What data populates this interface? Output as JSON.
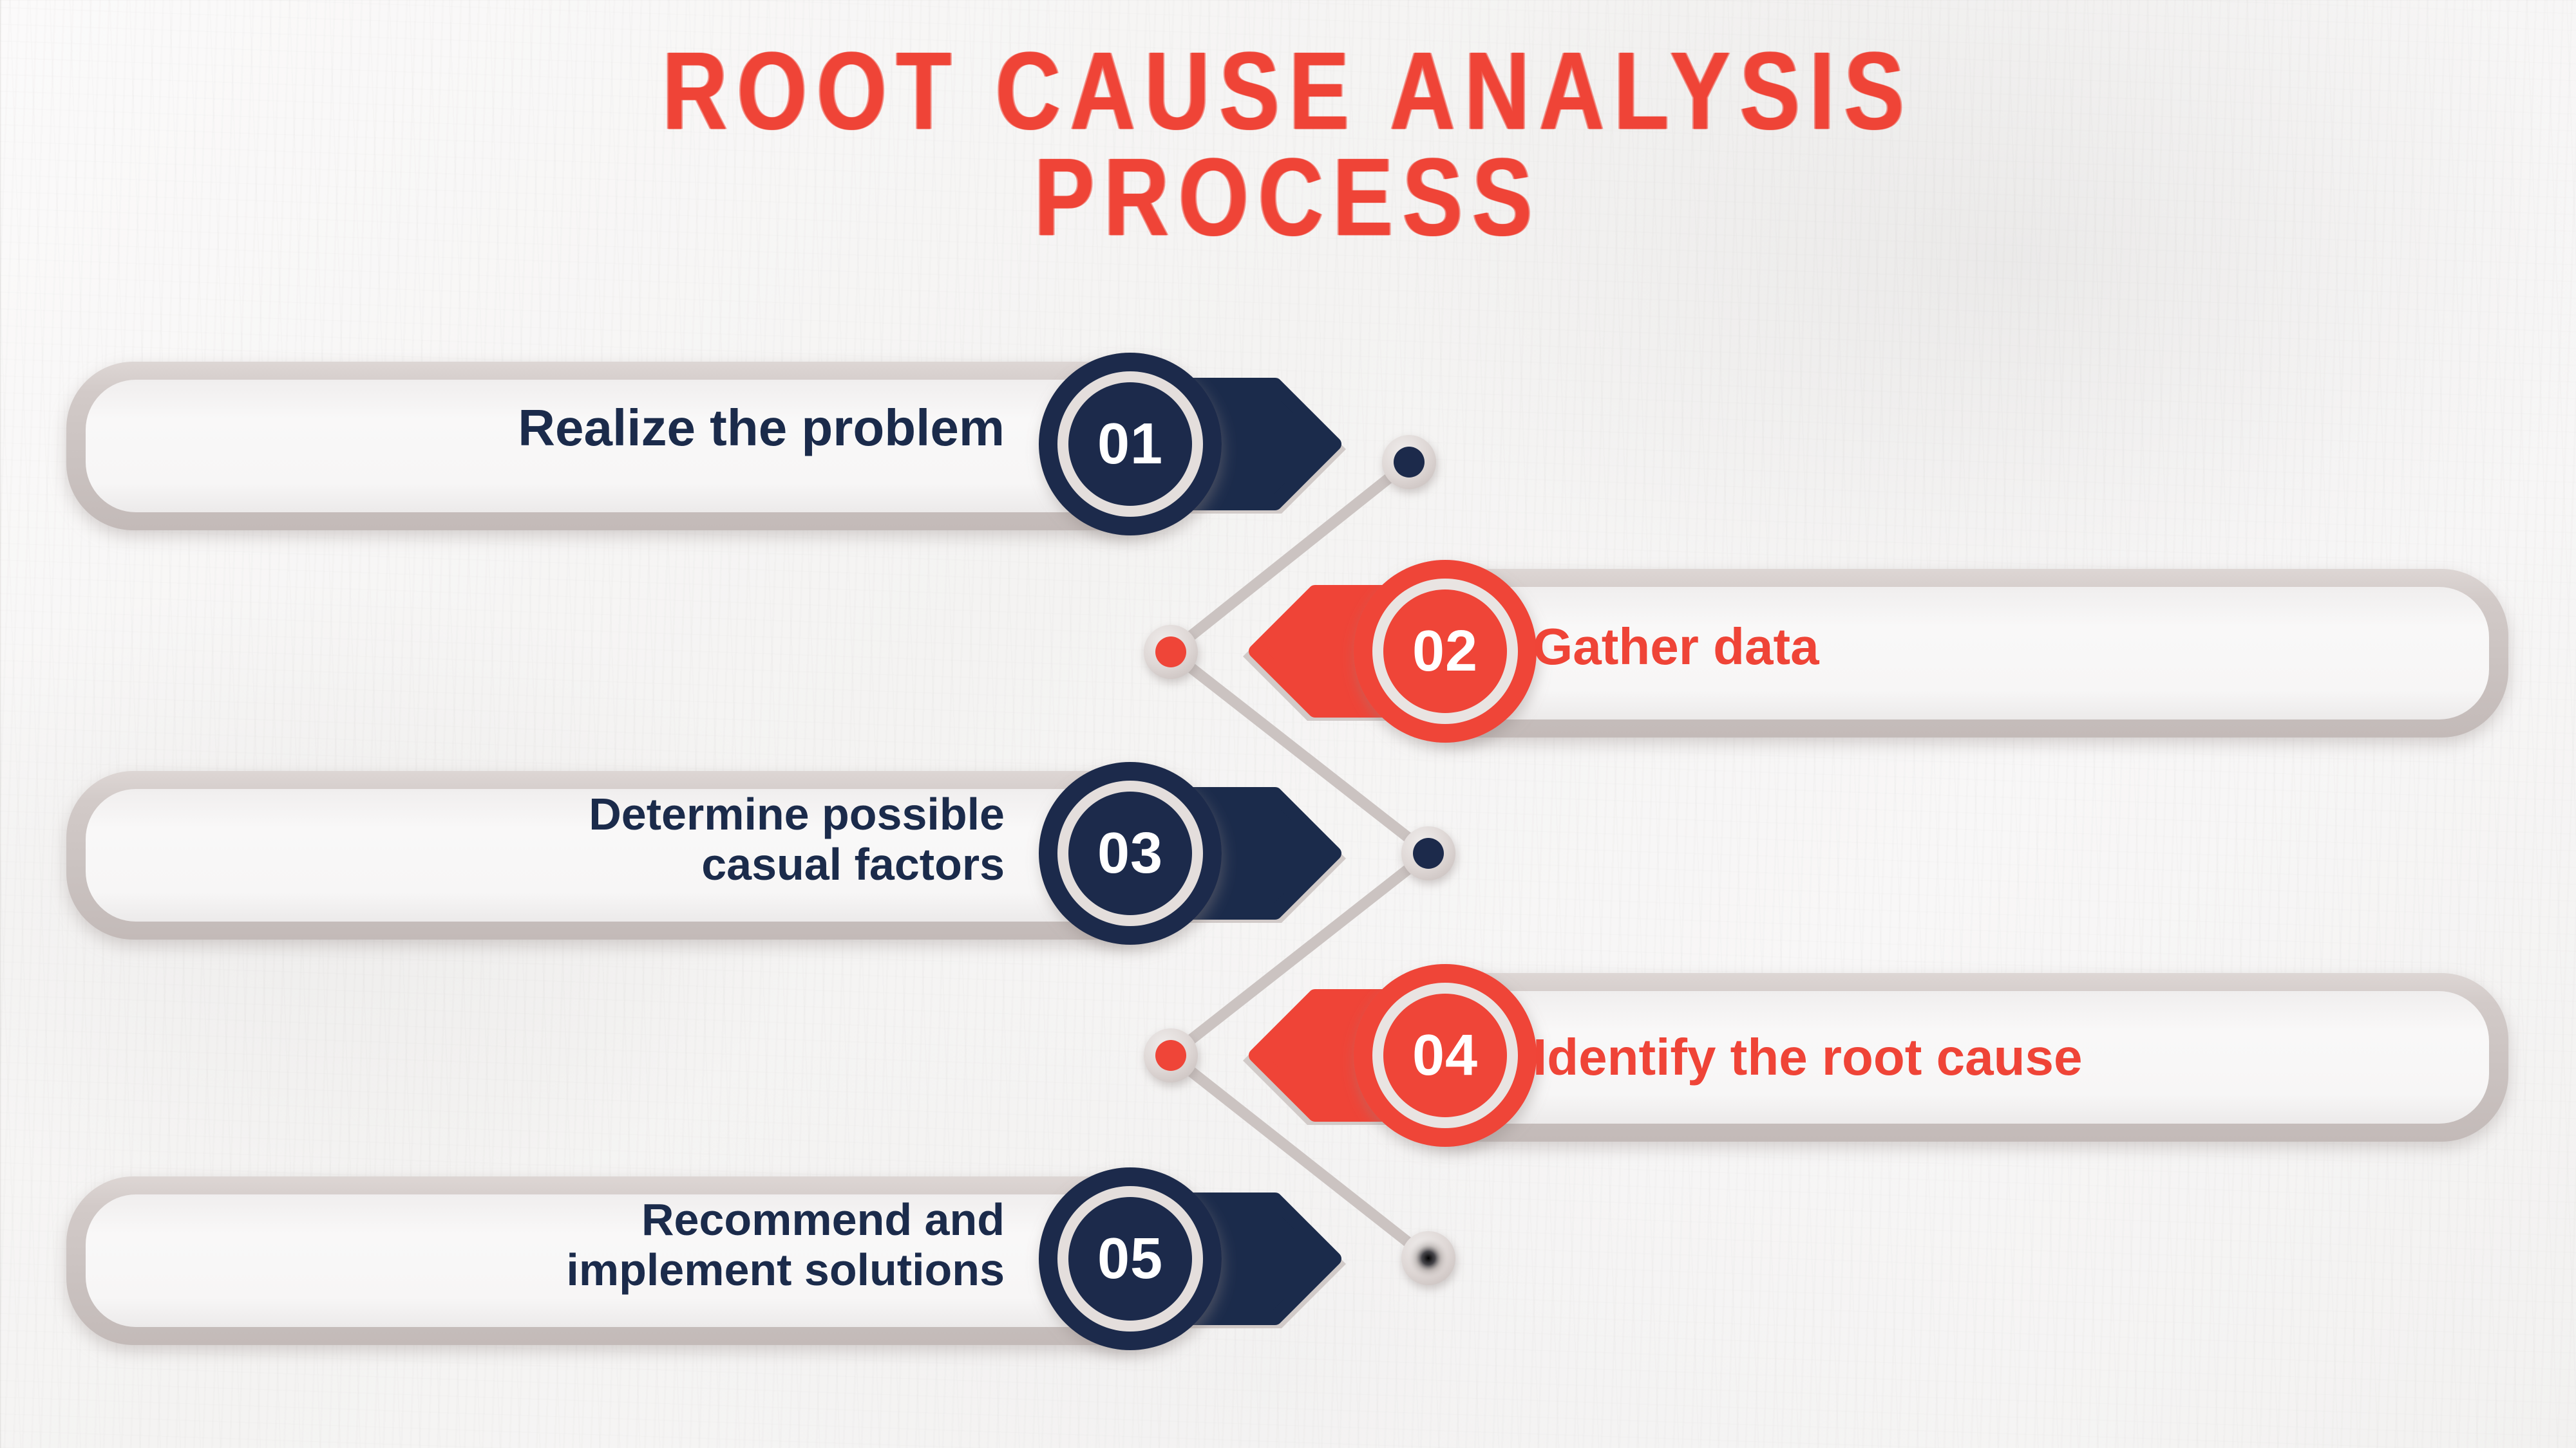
{
  "title": {
    "line1": "ROOT CAUSE ANALYSIS",
    "line2": "PROCESS"
  },
  "theme": {
    "red": "#ef4437",
    "navy": "#1b2b4b",
    "card_frame": "#cdc5c3",
    "card_face": "#f6f5f5",
    "connector": "#c9c1bf",
    "background": "#f7f6f5"
  },
  "steps": [
    {
      "number": "01",
      "label": "Realize the problem",
      "side": "left",
      "color": "navy",
      "lines": 1
    },
    {
      "number": "02",
      "label": "Gather data",
      "side": "right",
      "color": "red",
      "lines": 1
    },
    {
      "number": "03",
      "label": "Determine possible\ncasual factors",
      "side": "left",
      "color": "navy",
      "lines": 2
    },
    {
      "number": "04",
      "label": "Identify the root cause",
      "side": "right",
      "color": "red",
      "lines": 1
    },
    {
      "number": "05",
      "label": "Recommend and\nimplement solutions",
      "side": "left",
      "color": "navy",
      "lines": 2
    }
  ],
  "connectors": [
    {
      "name": "node-01",
      "color": "navy"
    },
    {
      "name": "node-02",
      "color": "red"
    },
    {
      "name": "node-03",
      "color": "navy"
    },
    {
      "name": "node-04",
      "color": "red"
    },
    {
      "name": "node-05",
      "color": "dark-blur"
    }
  ]
}
